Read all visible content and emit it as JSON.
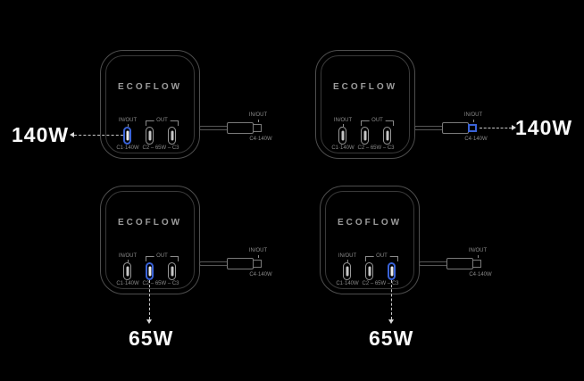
{
  "background": "#000000",
  "colors": {
    "highlight_blue": "#3a63d8",
    "body_outline_gray": "#4e4e4e",
    "small_label_gray": "#8a8a8a",
    "annotation_white": "#fafafa"
  },
  "charger_labels": {
    "brand": "ECOFLOW",
    "port1_top": "IN/OUT",
    "port1_bottom": "C1·140W",
    "out_group": "OUT",
    "ports23_bottom": "C2 – 65W – C3",
    "cable_top": "IN/OUT",
    "cable_bottom": "C4·140W"
  },
  "annotations": {
    "top_left_watt": "140W",
    "top_right_watt": "140W",
    "bottom_left_watt": "65W",
    "bottom_right_watt": "65W"
  },
  "highlights": {
    "top_left": "port C1",
    "top_right": "cable tip C4",
    "bottom_left": "port C2",
    "bottom_right": "port C3"
  }
}
